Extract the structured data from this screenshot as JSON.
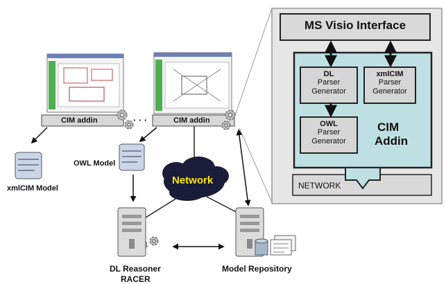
{
  "left": {
    "cim_addin_left_label": "CIM addin",
    "cim_addin_right_label": "CIM addin",
    "ellipsis": "· · ·",
    "owl_model_label": "OWL Model",
    "xmlcim_model_label": "xmlCIM Model",
    "network_label": "Network",
    "dl_reasoner_label": "DL Reasoner",
    "racer_label": "RACER",
    "model_repository_label": "Model Repository"
  },
  "panel": {
    "ms_visio_label": "MS Visio Interface",
    "dl": {
      "title": "DL",
      "line1": "Parser",
      "line2": "Generator"
    },
    "xmlcim": {
      "title": "xmlCIM",
      "line1": "Parser",
      "line2": "Generator"
    },
    "owl": {
      "title": "OWL",
      "line1": "Parser",
      "line2": "Generator"
    },
    "cim_label": "CIM",
    "addin_label": "Addin",
    "network_label": "NETWORK"
  },
  "colors": {
    "panel_bg": "#e6e6e6",
    "addin_bg": "#bfe0e2",
    "network_yellow": "#ffe800",
    "cloud_dark": "#1a1c3a"
  }
}
